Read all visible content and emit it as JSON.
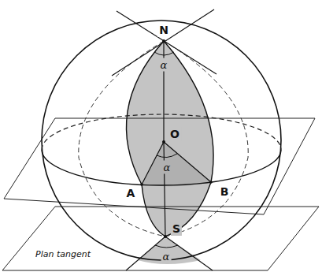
{
  "diagram": {
    "labels": [
      "N",
      "α",
      "O",
      "α",
      "A",
      "B",
      "S",
      "α",
      "Plan tangent"
    ]
  }
}
